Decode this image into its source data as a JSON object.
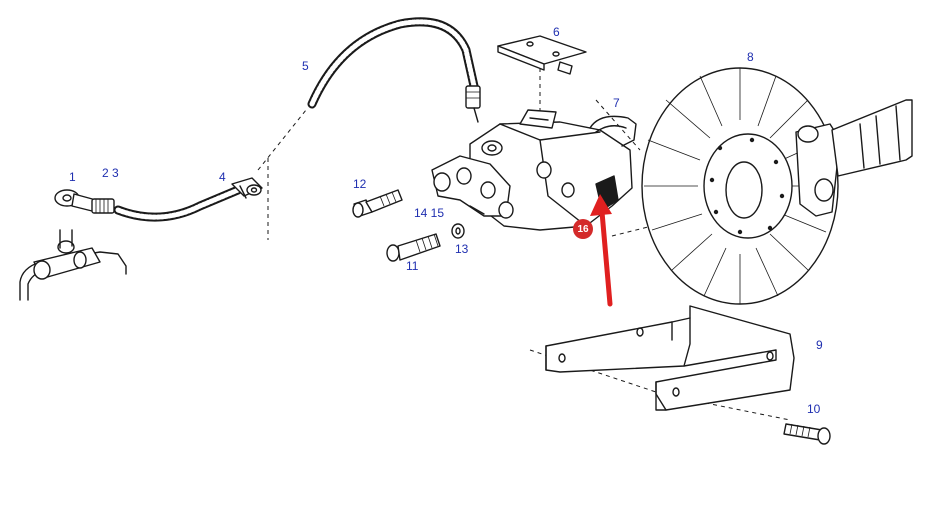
{
  "callouts": {
    "c1": "1",
    "c2_3": "2 3",
    "c4": "4",
    "c5": "5",
    "c6": "6",
    "c7": "7",
    "c8": "8",
    "c9": "9",
    "c10": "10",
    "c11": "11",
    "c12": "12",
    "c13": "13",
    "c14_15": "14 15",
    "c16": "16"
  },
  "colors": {
    "callout_text": "#1f2fb0",
    "highlight_badge": "#d42a2a",
    "arrow": "#e02020"
  }
}
